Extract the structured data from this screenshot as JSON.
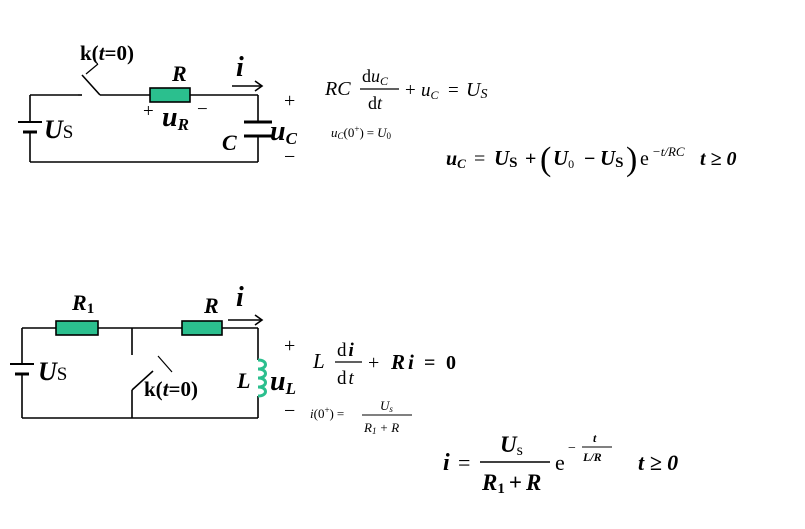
{
  "colors": {
    "ink": "#000000",
    "component_fill": "#2bbf8e"
  },
  "rc_circuit": {
    "switch": {
      "k": "k(",
      "t": "t",
      "eq0": "=0)"
    },
    "resistor_label": "R",
    "current_label": "i",
    "source_u": "U",
    "source_sub": "S",
    "voltage_r": {
      "u": "u",
      "sub": "R",
      "plus": "+",
      "minus": "−"
    },
    "capacitor_label": "C",
    "voltage_c": {
      "u": "u",
      "sub": "C",
      "plus": "+",
      "minus": "−"
    }
  },
  "rc_equations": {
    "ode": {
      "RC": "RC",
      "d": "d",
      "u": "u",
      "subC": "C",
      "dt_d": "d",
      "dt_t": "t",
      "plus": "+",
      "u2": "u",
      "subC2": "C",
      "eq": "=",
      "U": "U",
      "subS": "S"
    },
    "initial": {
      "u": "u",
      "sub": "C",
      "arg": "(0",
      "sup": "+",
      "close": ")",
      "eq": "=",
      "U": "U",
      "sub0": "0"
    },
    "solution": {
      "u": "u",
      "sub": "C",
      "eq": "=",
      "U": "U",
      "subS": "S",
      "plus": "+",
      "U0": "U",
      "sub0": "0",
      "minus": "−",
      "U2": "U",
      "subS2": "S",
      "e": "e",
      "exp": "−t/RC",
      "cond": "t ≥ 0"
    }
  },
  "rl_circuit": {
    "r1_label": "R",
    "r1_sub": "1",
    "r_label": "R",
    "current_label": "i",
    "source_u": "U",
    "source_sub": "S",
    "switch": {
      "k": "k(",
      "t": "t",
      "eq0": "=0)"
    },
    "inductor_label": "L",
    "voltage_l": {
      "u": "u",
      "sub": "L",
      "plus": "+",
      "minus": "−"
    }
  },
  "rl_equations": {
    "ode": {
      "L": "L",
      "d": "d",
      "i": "i",
      "dt_d": "d",
      "dt_t": "t",
      "plus": "+",
      "R": "R",
      "i2": "i",
      "eq": "=",
      "zero": "0"
    },
    "initial": {
      "i": "i",
      "arg": "(0",
      "sup": "+",
      "close": ")",
      "eq": "=",
      "num": "U",
      "num_sub": "s",
      "den_R1": "R",
      "den_sub": "1",
      "den_plus": "+",
      "den_R": "R"
    },
    "solution": {
      "i": "i",
      "eq": "=",
      "num": "U",
      "num_sub": "s",
      "den_R1": "R",
      "den_sub": "1",
      "den_plus": "+",
      "den_R": "R",
      "e": "e",
      "minus": "−",
      "exp_num": "t",
      "exp_den": "L/R",
      "cond": "t ≥ 0"
    }
  }
}
